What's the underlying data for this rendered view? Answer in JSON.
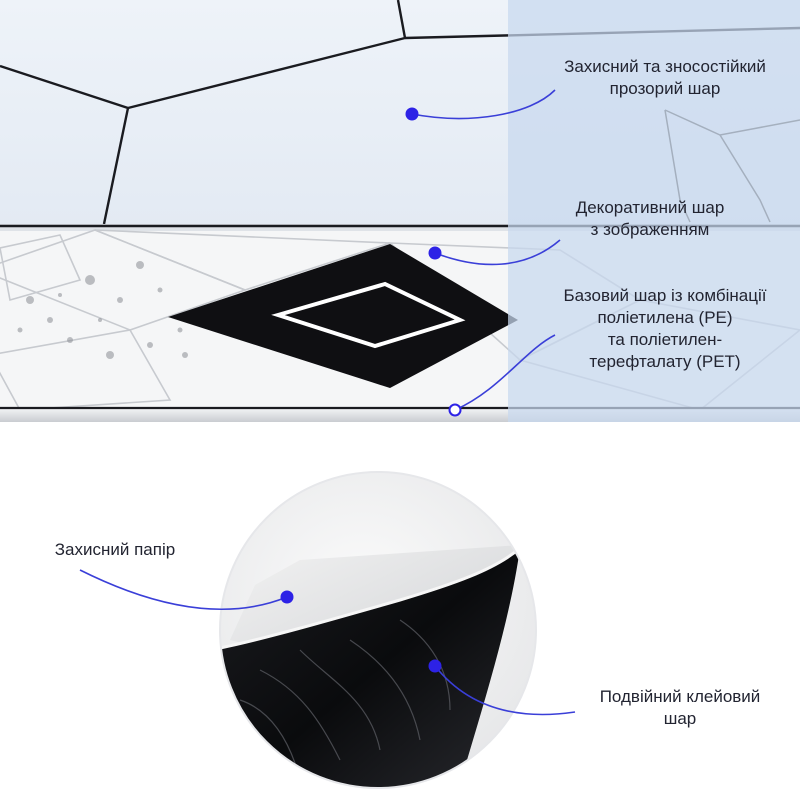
{
  "colors": {
    "accent_dot": "#2d22e6",
    "leader_line": "#3a3fd8",
    "overlay": "#c8d8ee",
    "tile_dark": "#0f0f12",
    "text": "#222431"
  },
  "labels": {
    "protective_layer": [
      "Захисний та зносостійкий",
      "прозорий шар"
    ],
    "decorative_layer": [
      "Декоративний шар",
      "з зображенням"
    ],
    "base_layer": [
      "Базовий шар із комбінації",
      "поліетилена (PE)",
      "та поліетилен-",
      "терефталату (PET)"
    ],
    "protective_paper": [
      "Захисний папір"
    ],
    "adhesive_layer": [
      "Подвійний клейовий",
      "шар"
    ]
  }
}
